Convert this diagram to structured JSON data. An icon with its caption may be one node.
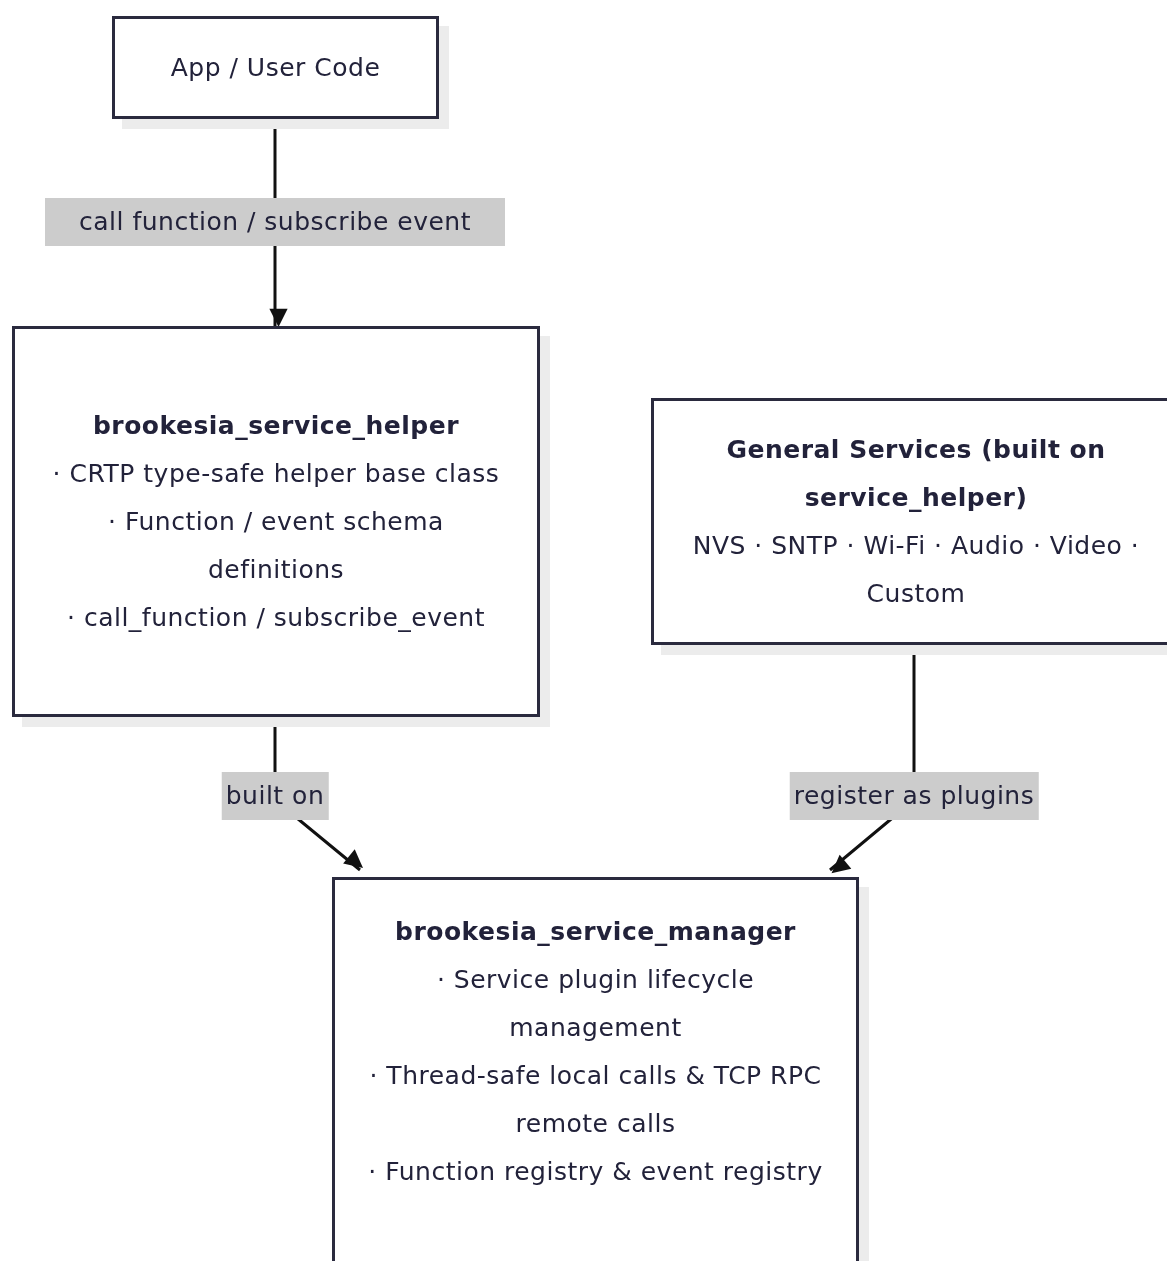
{
  "diagram": {
    "nodes": [
      {
        "text": [
          "App / User Code"
        ]
      },
      {
        "text": [
          "brookesia_service_helper",
          "· CRTP type-safe helper base class",
          "· Function / event schema definitions",
          "· call_function / subscribe_event"
        ]
      },
      {
        "text": [
          "General Services (built on service_helper)",
          "NVS · SNTP · Wi-Fi · Audio · Video · Custom"
        ]
      },
      {
        "text": [
          "brookesia_service_manager",
          "· Service plugin lifecycle management",
          "· Thread-safe local calls & TCP RPC remote calls",
          "· Function registry & event registry"
        ]
      }
    ],
    "edges": [
      {
        "from": 0,
        "to": 1,
        "arrow": "to",
        "label": "call function / subscribe event"
      },
      {
        "from": 1,
        "to": 3,
        "arrow": "to",
        "label": "built on"
      },
      {
        "from": 2,
        "to": 3,
        "arrow": "to",
        "label": "register as plugins"
      }
    ]
  }
}
